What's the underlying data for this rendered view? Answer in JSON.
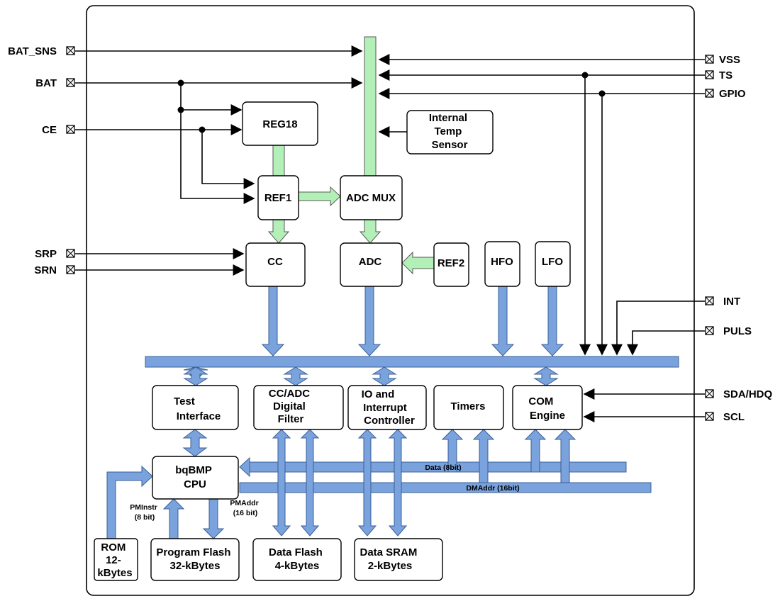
{
  "pins_left": [
    "BAT_SNS",
    "BAT",
    "CE",
    "SRP",
    "SRN"
  ],
  "pins_right": [
    "VSS",
    "TS",
    "GPIO",
    "INT",
    "PULS",
    "SDA/HDQ",
    "SCL"
  ],
  "blocks": {
    "reg18": [
      "REG18"
    ],
    "ref1": [
      "REF1"
    ],
    "adc_mux": [
      "ADC MUX"
    ],
    "temp_sensor": [
      "Internal",
      "Temp",
      "Sensor"
    ],
    "cc": [
      "CC"
    ],
    "adc": [
      "ADC"
    ],
    "ref2": [
      "REF2"
    ],
    "hfo": [
      "HFO"
    ],
    "lfo": [
      "LFO"
    ],
    "test_interface": [
      "Test",
      "Interface"
    ],
    "ccadc_filter": [
      "CC/ADC",
      "Digital",
      "Filter"
    ],
    "io_interrupt": [
      "IO and",
      "Interrupt",
      "Controller"
    ],
    "timers": [
      "Timers"
    ],
    "com_engine": [
      "COM",
      "Engine"
    ],
    "cpu": [
      "bqBMP",
      "CPU"
    ],
    "rom": [
      "ROM",
      "12-",
      "kBytes"
    ],
    "program_flash": [
      "Program Flash",
      "32-kBytes"
    ],
    "data_flash": [
      "Data Flash",
      "4-kBytes"
    ],
    "data_sram": [
      "Data SRAM",
      "2-kBytes"
    ]
  },
  "bus_labels": {
    "data": "Data (8bit)",
    "dmaddr": "DMAddr (16bit)",
    "pminstr": [
      "PMInstr",
      "(8 bit)"
    ],
    "pmaddr": [
      "PMAddr",
      "(16 bit)"
    ]
  },
  "colors": {
    "analog_path": "#b3f0b8",
    "digital_bus": "#7aa2dc"
  }
}
